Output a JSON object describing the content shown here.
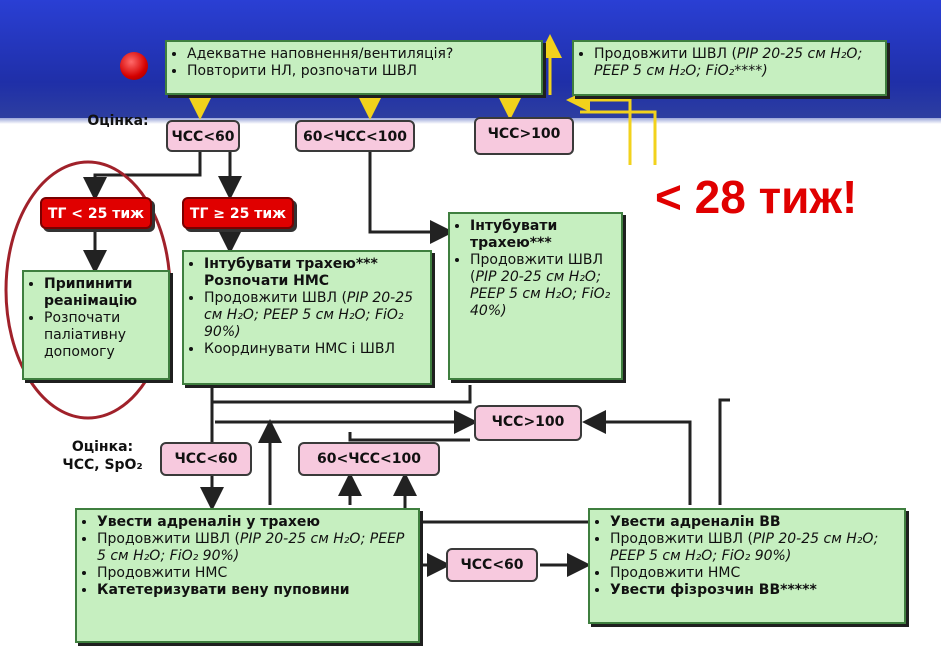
{
  "heading_big": "< 28 тиж!",
  "label_assess_top": "Оцінка:",
  "label_assess_bottom": "Оцінка: ЧСС, SpO₂",
  "pill_hr_lt60": "ЧСС<60",
  "pill_hr_60_100": "60<ЧСС<100",
  "pill_hr_gt100": "ЧСС>100",
  "pill_ga_lt25": "ТГ < 25 тиж",
  "pill_ga_ge25": "ТГ ≥ 25 тиж",
  "box_top": {
    "item1": "Адекватне наповнення/вентиляція?",
    "item2": "Повторити НЛ, розпочати ШВЛ"
  },
  "box_continue_vent": {
    "prefix": "Продовжити ШВЛ (",
    "params": "PIP 20-25 см H₂O; PEEP 5 см H₂O; FiO₂****)"
  },
  "box_stop": {
    "item1": "Припинити реанімацію",
    "item2": "Розпочати паліативну допомогу"
  },
  "box_intubate_nmc": {
    "item1": "Інтубувати трахею***",
    "item1b": "Розпочати НМС",
    "item2_prefix": "Продовжити ШВЛ (",
    "item2_params": "PIP 20-25 см H₂O; PEEP 5 см H₂O; FiO₂ 90%)",
    "item3": "Координувати НМС і ШВЛ"
  },
  "box_intubate": {
    "item1": "Інтубувати трахею***",
    "item2_prefix": "Продовжити ШВЛ (",
    "item2_params": "PIP 20-25 см H₂O; PEEP 5 см H₂O; FiO₂ 40%)"
  },
  "box_adrenaline_trachea": {
    "item1": "Увести адреналін у трахею",
    "item2_prefix": "Продовжити ШВЛ (",
    "item2_params": "PIP 20-25 см H₂O; PEEP 5 см H₂O; FiO₂ 90%)",
    "item3": "Продовжити НМС",
    "item4": "Катетеризувати вену пуповини"
  },
  "box_adrenaline_iv": {
    "item1": "Увести адреналін ВВ",
    "item2_prefix": "Продовжити ШВЛ (",
    "item2_params": "PIP 20-25 см H₂O; PEEP 5 см H₂O; FiO₂ 90%)",
    "item3": "Продовжити НМС",
    "item4": "Увести фізрозчин ВВ*****"
  },
  "colors": {
    "box_fill": "#c6efc0",
    "pill_pink": "#f7c9de",
    "pill_red": "#e00000",
    "band_blue": "#2a3fd4",
    "circle": "#a0212a",
    "arrow_yellow": "#f2d21c"
  }
}
